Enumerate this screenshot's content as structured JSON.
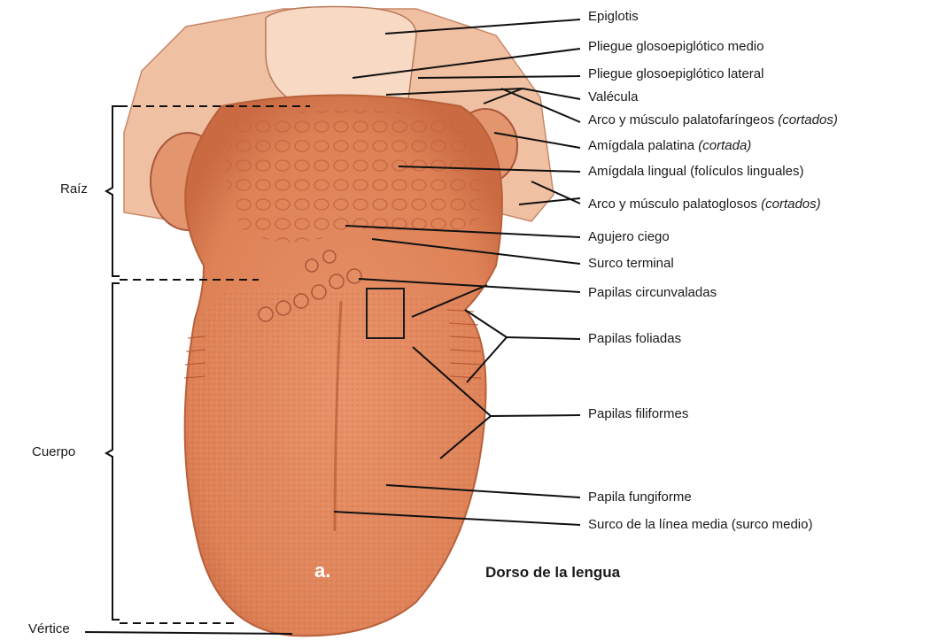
{
  "labels": {
    "epiglotis": "Epiglotis",
    "pliegue_medio": "Pliegue glosoepiglótico medio",
    "pliegue_lateral": "Pliegue glosoepiglótico lateral",
    "valecula": "Valécula",
    "arco_palatofaringeos": "Arco y músculo palatofaríngeos",
    "arco_palatofaringeos_note": "(cortados)",
    "amigdala_palatina": "Amígdala palatina",
    "amigdala_palatina_note": "(cortada)",
    "amigdala_lingual": "Amígdala lingual (folículos linguales)",
    "arco_palatoglosos": "Arco y músculo palatoglosos",
    "arco_palatoglosos_note": "(cortados)",
    "agujero_ciego": "Agujero ciego",
    "surco_terminal": "Surco terminal",
    "papilas_circunvaladas": "Papilas circunvaladas",
    "papilas_foliadas": "Papilas foliadas",
    "papilas_filiformes": "Papilas filiformes",
    "papila_fungiforme": "Papila fungiforme",
    "surco_linea_media": "Surco de la línea media (surco medio)"
  },
  "regions": {
    "raiz": "Raíz",
    "cuerpo": "Cuerpo",
    "vertice": "Vértice"
  },
  "panel_letter": "a.",
  "caption": "Dorso de la lengua",
  "colors": {
    "tongue": "#e58f63",
    "tongue_dark": "#c9683e",
    "pharynx": "#f2c4a8",
    "line": "#111111"
  }
}
